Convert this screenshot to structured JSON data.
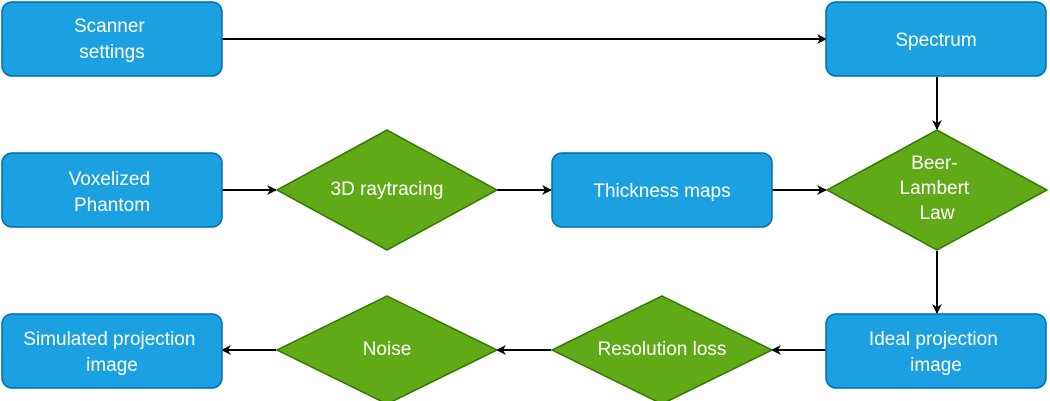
{
  "colors": {
    "process_fill": "#1ba1e2",
    "process_stroke": "#006eaf",
    "decision_fill": "#60a917",
    "decision_stroke": "#2d7600",
    "text": "#ffffff",
    "arrow": "#000000"
  },
  "nodes": {
    "scanner_settings": {
      "shape": "process",
      "lines": [
        "Scanner",
        "settings"
      ]
    },
    "spectrum": {
      "shape": "process",
      "lines": [
        "Spectrum"
      ]
    },
    "voxelized_phantom": {
      "shape": "process",
      "lines": [
        "Voxelized",
        "Phantom"
      ]
    },
    "raytracing": {
      "shape": "decision",
      "lines": [
        "3D raytracing"
      ]
    },
    "thickness_maps": {
      "shape": "process",
      "lines": [
        "Thickness maps"
      ]
    },
    "beer_lambert": {
      "shape": "decision",
      "lines": [
        "Beer-",
        "Lambert",
        "Law"
      ]
    },
    "ideal_projection": {
      "shape": "process",
      "lines": [
        "Ideal projection",
        "image"
      ]
    },
    "resolution_loss": {
      "shape": "decision",
      "lines": [
        "Resolution loss"
      ]
    },
    "noise": {
      "shape": "decision",
      "lines": [
        "Noise"
      ]
    },
    "simulated_projection": {
      "shape": "process",
      "lines": [
        "Simulated projection",
        "image"
      ]
    }
  },
  "edges": [
    [
      "scanner_settings",
      "spectrum"
    ],
    [
      "spectrum",
      "beer_lambert"
    ],
    [
      "voxelized_phantom",
      "raytracing"
    ],
    [
      "raytracing",
      "thickness_maps"
    ],
    [
      "thickness_maps",
      "beer_lambert"
    ],
    [
      "beer_lambert",
      "ideal_projection"
    ],
    [
      "ideal_projection",
      "resolution_loss"
    ],
    [
      "resolution_loss",
      "noise"
    ],
    [
      "noise",
      "simulated_projection"
    ]
  ]
}
